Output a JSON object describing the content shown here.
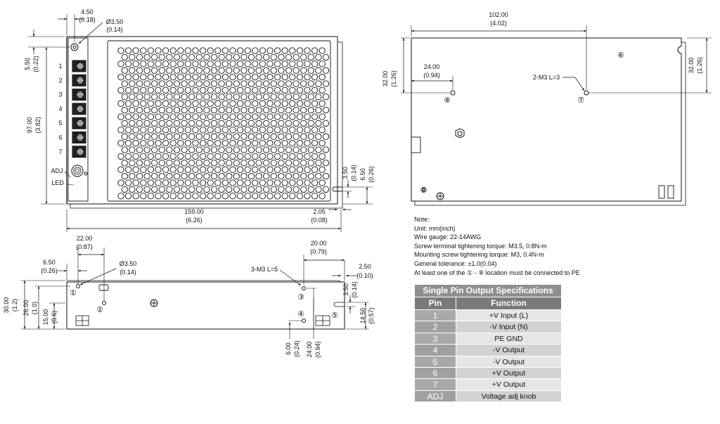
{
  "top_view": {
    "dim_4_50": "4.50",
    "dim_4_50_in": "(0.18)",
    "dim_hole": "Ø3.50",
    "dim_hole_in": "(0.14)",
    "dim_5_50": "5.50",
    "dim_5_50_in": "(0.22)",
    "dim_97": "97.00",
    "dim_97_in": "(3.82)",
    "dim_159": "159.00",
    "dim_159_in": "(6.26)",
    "dim_2_05": "2.05",
    "dim_2_05_in": "(0.08)",
    "dim_3_50": "3.50",
    "dim_3_50_in": "(0.14)",
    "dim_6_50": "6.50",
    "dim_6_50_in": "(0.26)",
    "terminals": [
      "1",
      "2",
      "3",
      "4",
      "5",
      "6",
      "7"
    ],
    "adj_label": "ADJ",
    "led_label": "LED"
  },
  "side_view": {
    "dim_22": "22.00",
    "dim_22_in": "(0.87)",
    "dim_6_50": "6.50",
    "dim_6_50_in": "(0.26)",
    "dim_hole": "Ø3.50",
    "dim_hole_in": "(0.14)",
    "dim_30": "30.00",
    "dim_30_in": "(1.2)",
    "dim_26": "26.00",
    "dim_26_in": "(1.0)",
    "dim_15": "15.00",
    "dim_15_in": "(0.6)",
    "dim_20": "20.00",
    "dim_20_in": "(0.79)",
    "screw_label": "3-M3 L=5",
    "dim_2_50": "2.50",
    "dim_2_50_in": "(0.10)",
    "dim_3_50": "3.50",
    "dim_3_50_in": "(0.14)",
    "dim_14_50": "14.50",
    "dim_14_50_in": "(0.57)",
    "dim_6_00": "6.00",
    "dim_6_00_in": "(0.24)",
    "dim_24": "24.00",
    "dim_24_in": "(0.94)",
    "markers": [
      "①",
      "②",
      "③",
      "④",
      "⑤"
    ]
  },
  "bottom_view": {
    "dim_102": "102.00",
    "dim_102_in": "(4.02)",
    "dim_24": "24.00",
    "dim_24_in": "(0.94)",
    "dim_32_left": "32.00",
    "dim_32_left_in": "(1.26)",
    "dim_32_right": "32.00",
    "dim_32_right_in": "(1.26)",
    "screw_label": "2-M3 L=3",
    "markers": [
      "⑥",
      "⑦",
      "⑧",
      "⑨"
    ]
  },
  "notes": {
    "lines": [
      "Note:",
      "Unit: mm(inch)",
      "Wire gauge: 22-14AWG",
      "Screw terminal tightening torque: M3.5, 0.8N-m",
      "Mounting screw tightening torque: M3, 0.4N-m",
      "General tolerance: ±1.0(0.04)",
      "At least one of the ① - ⑨ location must be connected to PE"
    ]
  },
  "spec_table": {
    "title": "Single Pin Output Specifications",
    "headers": [
      "Pin",
      "Function"
    ],
    "rows": [
      {
        "pin": "1",
        "function": "+V Input (L)"
      },
      {
        "pin": "2",
        "function": "-V Input (N)"
      },
      {
        "pin": "3",
        "function": "PE GND"
      },
      {
        "pin": "4",
        "function": "-V Output"
      },
      {
        "pin": "5",
        "function": "-V Output"
      },
      {
        "pin": "6",
        "function": "+V Output"
      },
      {
        "pin": "7",
        "function": "+V Output"
      },
      {
        "pin": "ADJ",
        "function": "Voltage adj knob"
      }
    ]
  }
}
